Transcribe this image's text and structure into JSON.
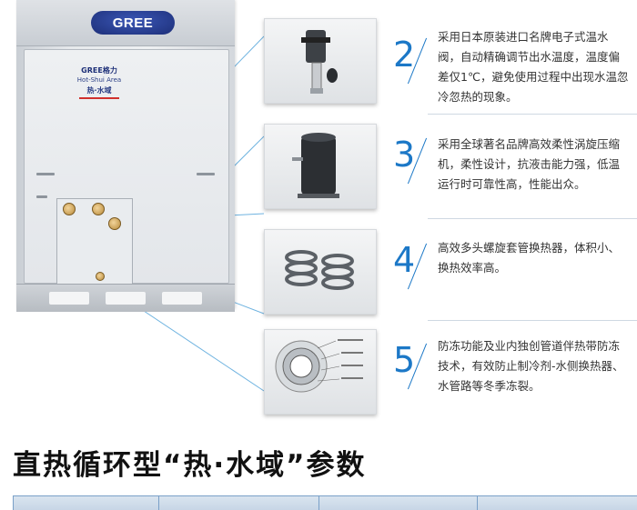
{
  "brand": {
    "logo_text": "GREE",
    "mini_logo": "GREE格力",
    "product_en": "Hot-Shui Area",
    "product_cn": "热·水域"
  },
  "colors": {
    "accent": "#1c78c7",
    "brand_blue": "#1d2f78",
    "text": "#333333"
  },
  "features": [
    {
      "number": "2",
      "text": "采用日本原装进口名牌电子式温水阀，自动精确调节出水温度，温度偏差仅1℃，避免使用过程中出现水温忽冷忽热的现象。",
      "icon": "electronic-valve-icon"
    },
    {
      "number": "3",
      "text": "采用全球著名品牌高效柔性涡旋压缩机，柔性设计，抗液击能力强，低温运行时可靠性高，性能出众。",
      "icon": "compressor-icon"
    },
    {
      "number": "4",
      "text": "高效多头螺旋套管换热器，体积小、换热效率高。",
      "icon": "coil-heat-exchanger-icon"
    },
    {
      "number": "5",
      "text": "防冻功能及业内独创管道伴热带防冻技术，有效防止制冷剂-水侧换热器、水管路等冬季冻裂。",
      "icon": "antifreeze-pipe-icon"
    }
  ],
  "section_title": "直热循环型“热·水域”参数"
}
